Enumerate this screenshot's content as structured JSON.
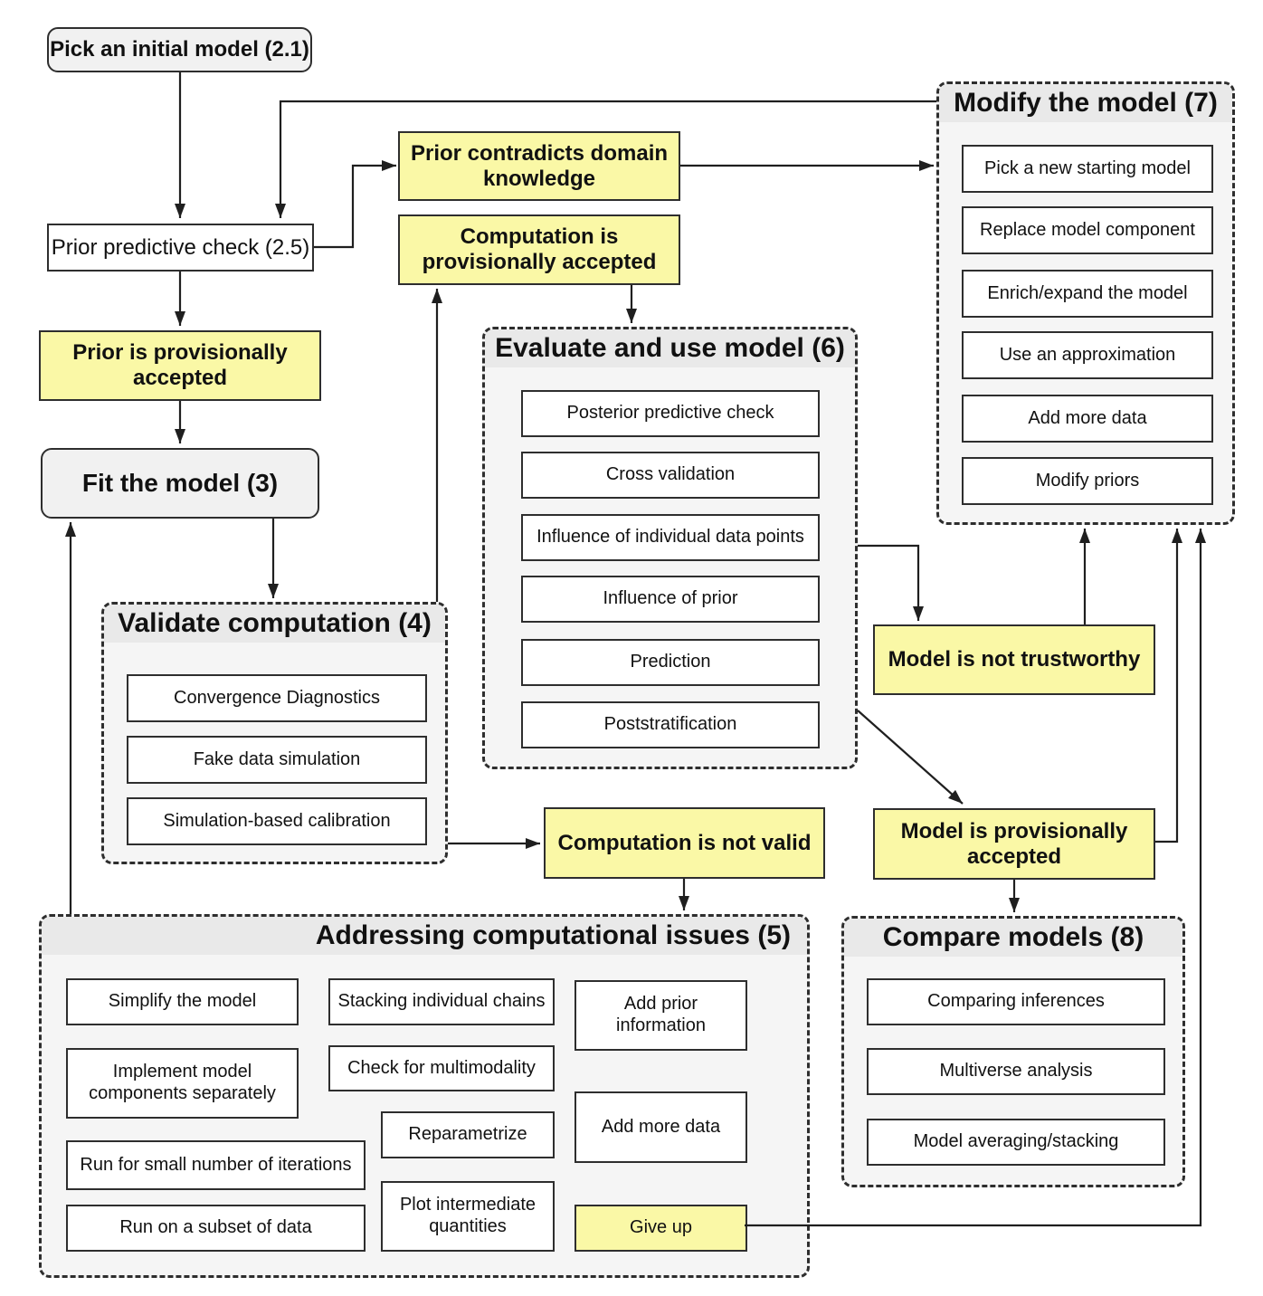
{
  "diagram_title": "Bayesian workflow flowchart",
  "colors": {
    "highlight_yellow": "#FAF8A6",
    "group_fill": "#F5F5F5",
    "group_header": "#E9E9E9",
    "rounded_node_fill": "#F1F1F1",
    "edge": "#1F1F1F"
  },
  "nodes": {
    "pick_initial": "Pick an initial model (2.1)",
    "prior_predictive": "Prior predictive check (2.5)",
    "prior_accepted": "Prior is provisionally accepted",
    "fit_model": "Fit the model (3)",
    "prior_contradicts": "Prior contradicts domain knowledge",
    "computation_accepted": "Computation is provisionally accepted",
    "computation_not_valid": "Computation is not valid",
    "model_not_trustworthy": "Model is not trustworthy",
    "model_accepted": "Model is provisionally accepted"
  },
  "groups": {
    "modify": {
      "title": "Modify the model (7)",
      "items": [
        "Pick a new starting model",
        "Replace model component",
        "Enrich/expand the model",
        "Use an approximation",
        "Add more data",
        "Modify priors"
      ]
    },
    "evaluate": {
      "title": "Evaluate and use model (6)",
      "items": [
        "Posterior predictive check",
        "Cross validation",
        "Influence of individual data points",
        "Influence of prior",
        "Prediction",
        "Poststratification"
      ]
    },
    "validate": {
      "title": "Validate computation (4)",
      "items": [
        "Convergence Diagnostics",
        "Fake data simulation",
        "Simulation-based calibration"
      ]
    },
    "addressing": {
      "title": "Addressing computational issues (5)",
      "items": [
        "Simplify the model",
        "Implement model components separately",
        "Run for small number of iterations",
        "Run on a subset of data",
        "Stacking individual chains",
        "Check for multimodality",
        "Reparametrize",
        "Plot intermediate quantities",
        "Add prior information",
        "Add more data",
        "Give up"
      ]
    },
    "compare": {
      "title": "Compare models (8)",
      "items": [
        "Comparing inferences",
        "Multiverse analysis",
        "Model averaging/stacking"
      ]
    }
  }
}
